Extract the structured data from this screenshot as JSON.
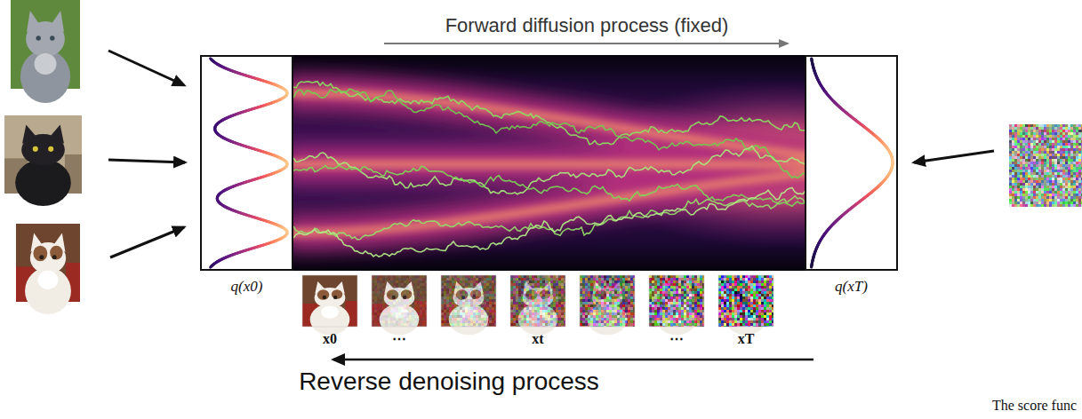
{
  "diagram": {
    "nodes": [
      {
        "text": [
          "q(x0)"
        ]
      },
      {
        "text": [
          "q(xT)"
        ]
      }
    ],
    "labels": [
      "Forward diffusion process (fixed)",
      "x0",
      "⋯",
      "xt",
      "⋯",
      "xT",
      "Reverse denoising process",
      "The score func"
    ]
  }
}
